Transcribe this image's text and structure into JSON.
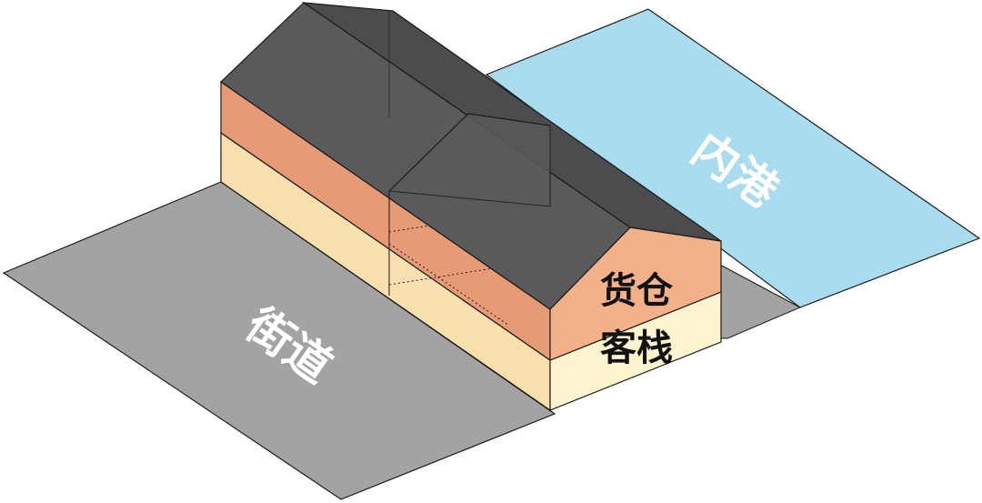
{
  "labels": {
    "street": "街道",
    "harbor": "内港",
    "warehouse": "货仓",
    "inn": "客栈"
  },
  "colors": {
    "street": "#a3a3a3",
    "harbor": "#a8dcee",
    "roof": "#5a5a5c",
    "upper_floor": "#e79a76",
    "lower_floor": "#f8dfae",
    "gable_upper": "#f3b18a",
    "gable_lower": "#fff4cf",
    "outline": "#1a1a1a"
  }
}
